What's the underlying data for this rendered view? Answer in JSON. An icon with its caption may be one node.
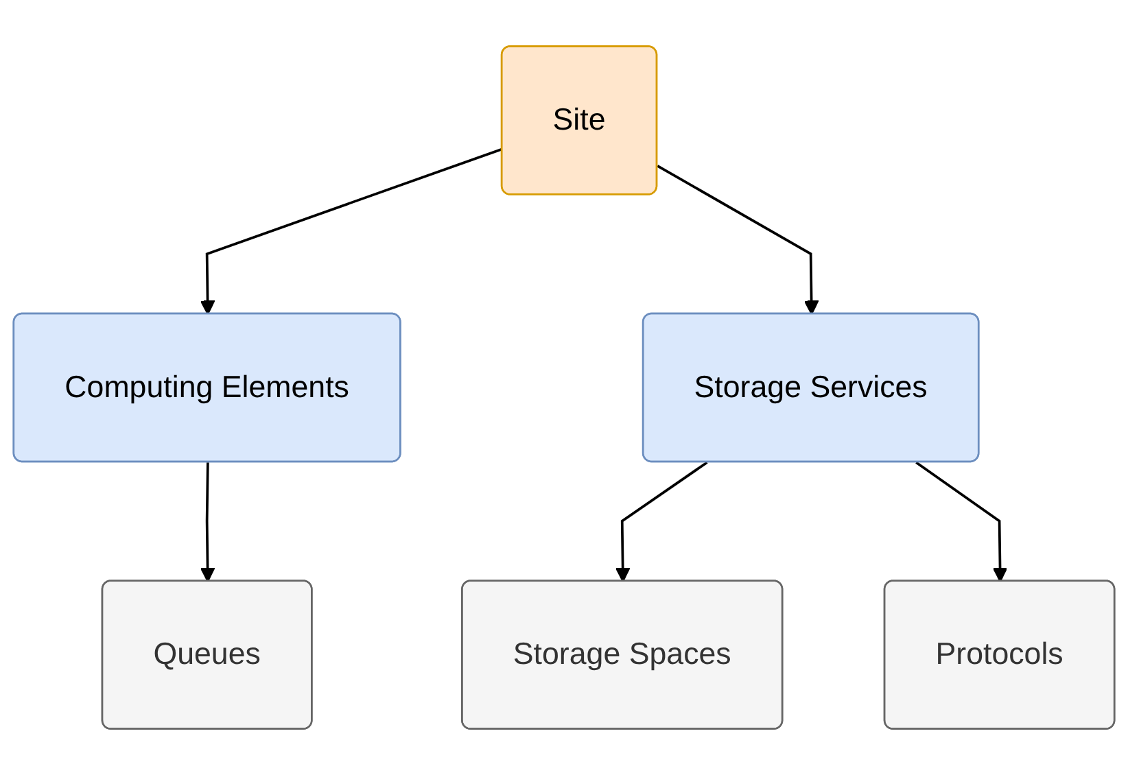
{
  "diagram": {
    "nodes": [
      {
        "text": [
          "Site"
        ]
      },
      {
        "text": [
          "Computing Elements"
        ]
      },
      {
        "text": [
          "Storage Services"
        ]
      },
      {
        "text": [
          "Queues"
        ]
      },
      {
        "text": [
          "Storage Spaces"
        ]
      },
      {
        "text": [
          "Protocols"
        ]
      }
    ],
    "edges": [
      {
        "from": 0,
        "to": 1,
        "arrow": "to"
      },
      {
        "from": 0,
        "to": 2,
        "arrow": "to"
      },
      {
        "from": 1,
        "to": 3,
        "arrow": "to"
      },
      {
        "from": 2,
        "to": 4,
        "arrow": "to"
      },
      {
        "from": 2,
        "to": 5,
        "arrow": "to"
      }
    ]
  }
}
